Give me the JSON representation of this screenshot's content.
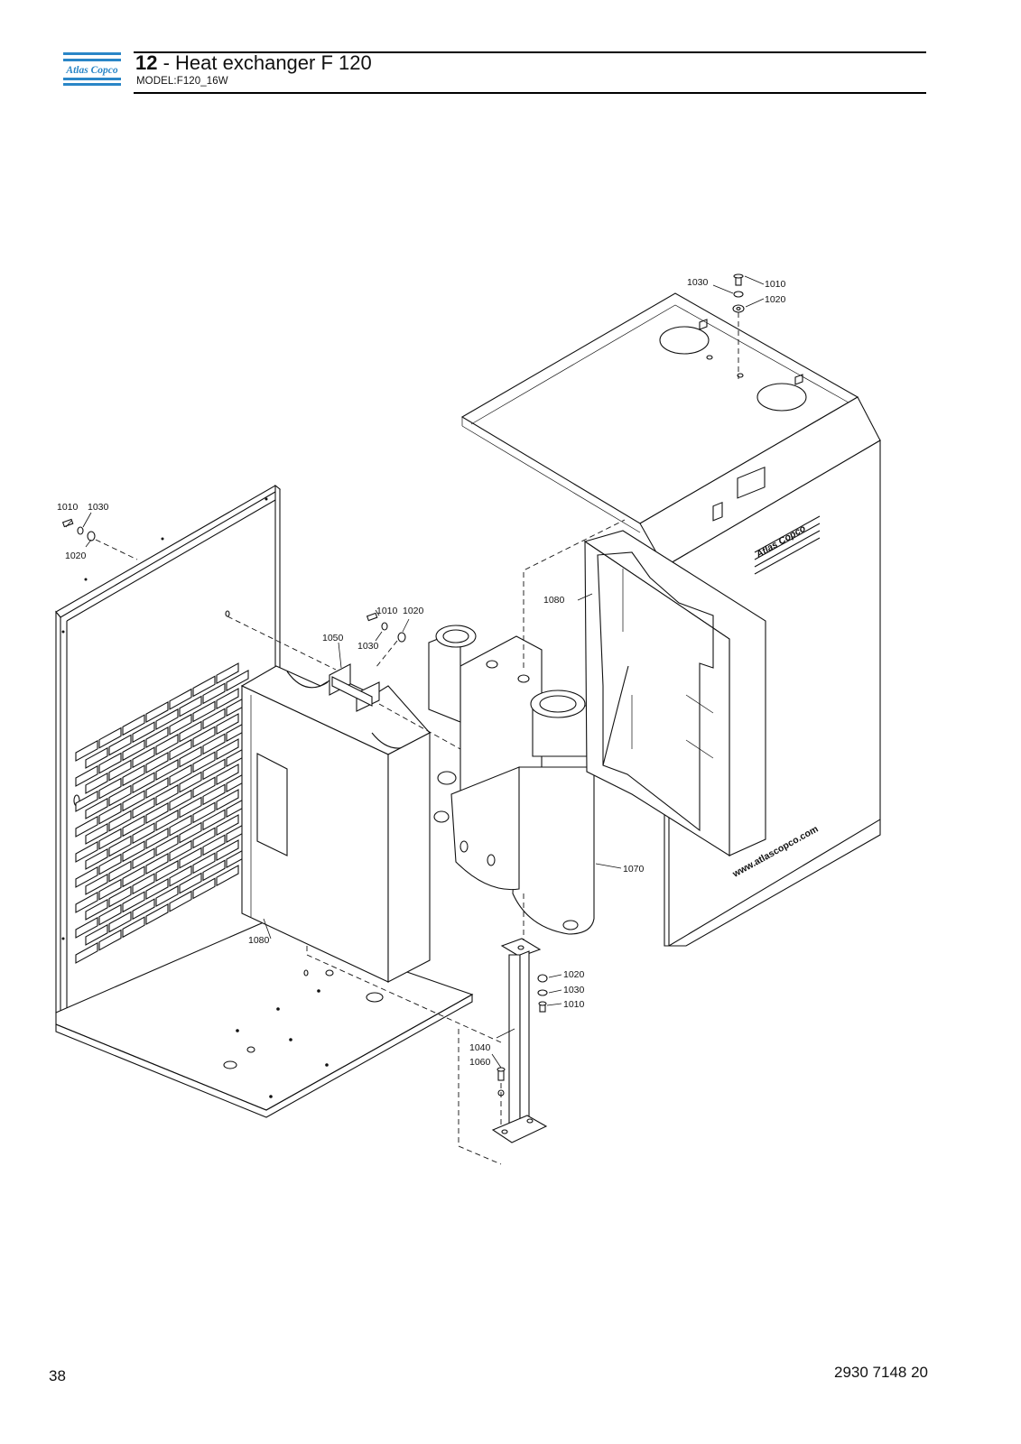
{
  "brand": {
    "name": "Atlas Copco",
    "logo_icon": "atlas-copco-logo",
    "colors": {
      "logo_blue": "#2a86c7",
      "line": "#111111",
      "paper": "#ffffff"
    }
  },
  "header": {
    "section_number": "12",
    "title": " - Heat exchanger F 120",
    "model": "MODEL:F120_16W"
  },
  "diagram": {
    "callouts": {
      "top_1030": "1030",
      "top_1010": "1010",
      "top_1020": "1020",
      "left_1010": "1010",
      "left_1030": "1030",
      "left_1020": "1020",
      "mid_1010": "1010",
      "mid_1020": "1020",
      "mid_1050": "1050",
      "mid_1030": "1030",
      "right_1080": "1080",
      "left_1080": "1080",
      "part_1070": "1070",
      "bot_1020": "1020",
      "bot_1030": "1030",
      "bot_1010": "1010",
      "bot_1040": "1040",
      "bot_1060": "1060"
    },
    "panel_brand": "Atlas Copco",
    "panel_url": "www.atlascopco.com"
  },
  "footer": {
    "page_number": "38",
    "document_number": "2930 7148 20"
  }
}
